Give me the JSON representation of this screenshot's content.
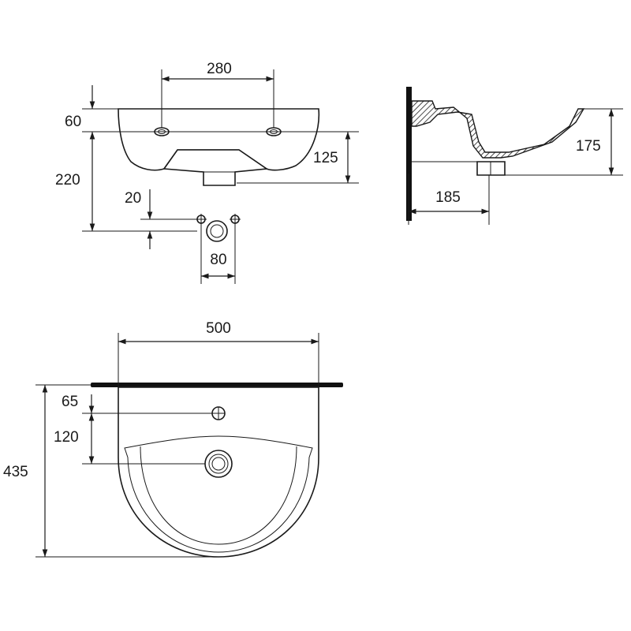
{
  "front_view": {
    "dims": {
      "tap_hole_spacing": "280",
      "top_to_holes": "60",
      "holes_to_waste": "220",
      "bowl_height": "125",
      "fixing_offset": "20",
      "fixing_spacing": "80"
    }
  },
  "side_view": {
    "dims": {
      "height": "175",
      "projection_to_waste": "185"
    }
  },
  "top_view": {
    "dims": {
      "width": "500",
      "wall_to_tap_hole": "65",
      "tap_hole_to_waste": "120",
      "depth": "435"
    }
  }
}
